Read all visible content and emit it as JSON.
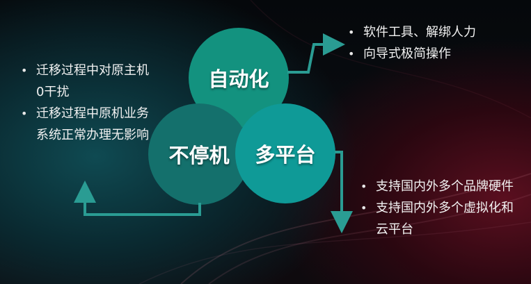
{
  "circles": {
    "automation": "自动化",
    "no_downtime": "不停机",
    "multi_platform": "多平台"
  },
  "left_list": [
    "迁移过程中对原主机0干扰",
    "迁移过程中原机业务系统正常办理无影响"
  ],
  "top_right_list": [
    "软件工具、解绑人力",
    "向导式极简操作"
  ],
  "bottom_right_list": [
    "支持国内外多个品牌硬件",
    "支持国内外多个虚拟化和云平台"
  ],
  "colors": {
    "automation_circle": "#13927f",
    "no_downtime_circle": "#14706c",
    "multi_platform_circle": "#0f9a97",
    "connector": "#2a9c93",
    "text": "#f2f2f2"
  }
}
